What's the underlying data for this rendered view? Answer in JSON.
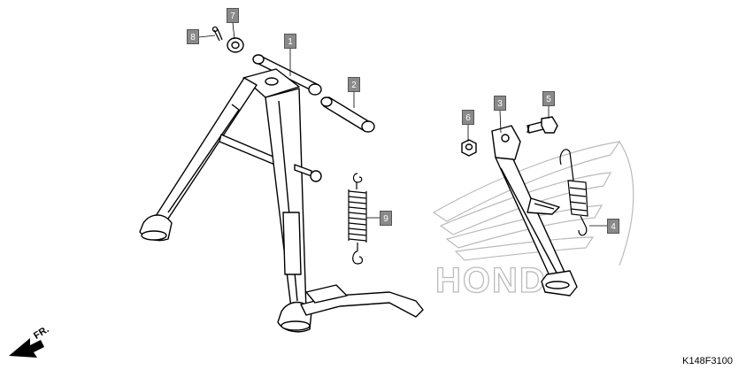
{
  "callouts": [
    {
      "id": "c1",
      "label": "1"
    },
    {
      "id": "c2",
      "label": "2"
    },
    {
      "id": "c3",
      "label": "3"
    },
    {
      "id": "c4",
      "label": "4"
    },
    {
      "id": "c5",
      "label": "5"
    },
    {
      "id": "c6",
      "label": "6"
    },
    {
      "id": "c7",
      "label": "7"
    },
    {
      "id": "c8",
      "label": "8"
    },
    {
      "id": "c9",
      "label": "9"
    }
  ],
  "watermark_text": "HONDA",
  "direction_label": "FR.",
  "diagram_code": "K148F3100"
}
